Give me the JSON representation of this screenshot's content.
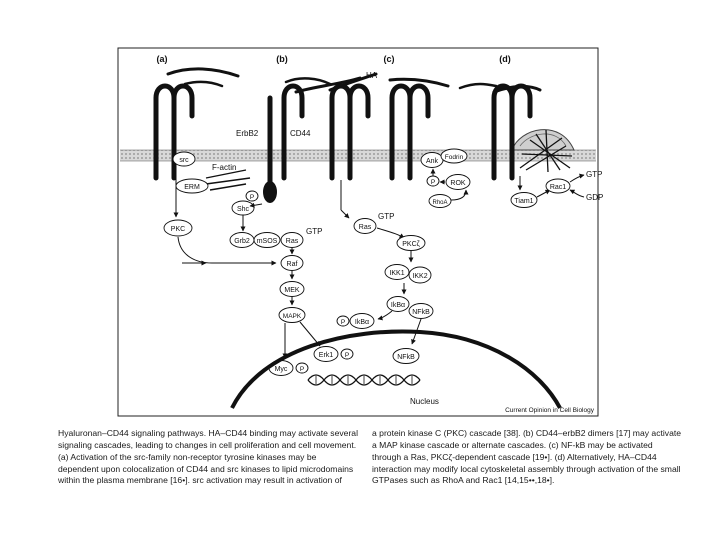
{
  "panels": [
    "(a)",
    "(b)",
    "(c)",
    "(d)"
  ],
  "labels": {
    "ha": "HA",
    "erbb2": "ErbB2",
    "cd44": "CD44",
    "src": "src",
    "factin": "F-actin",
    "erm": "ERM",
    "p": "P",
    "shc": "Shc",
    "pkc": "PKC",
    "grb2": "Grb2",
    "msos": "mSOS",
    "ras": "Ras",
    "gtp": "GTP",
    "raf": "Raf",
    "mek": "MEK",
    "mapk": "MAPK",
    "erk1": "Erk1",
    "myc": "Myc",
    "ank": "Ank",
    "fodrin": "Fodrin",
    "rok": "ROK",
    "rhoa": "RhoA",
    "pkcz": "PKCζ",
    "ikk1": "IKK1",
    "ikk2": "IKK2",
    "ikba": "IkBα",
    "nfkb": "NFkB",
    "tiam1": "Tiam1",
    "rac1": "Rac1",
    "gdp": "GDP",
    "nucleus": "Nucleus",
    "credit": "Current Opinion in Cell Biology"
  },
  "caption_left": "Hyaluronan–CD44 signaling pathways. HA–CD44 binding may activate several signaling cascades, leading to changes in cell proliferation and cell movement. (a) Activation of the src-family non-receptor tyrosine kinases may be dependent upon colocalization of CD44 and src kinases to lipid microdomains within the plasma membrane [16•]. src activation may result in activation of",
  "caption_right": "a protein kinase C (PKC) cascade [38]. (b) CD44–erbB2 dimers [17] may activate a MAP kinase cascade or alternate cascades. (c) NF-kB may be activated through a Ras, PKCζ-dependent cascade [19•]. (d) Alternatively, HA–CD44 interaction may modify local cytoskeletal assembly through activation of the small GTPases such as RhoA and Rac1 [14,15••,18•]."
}
